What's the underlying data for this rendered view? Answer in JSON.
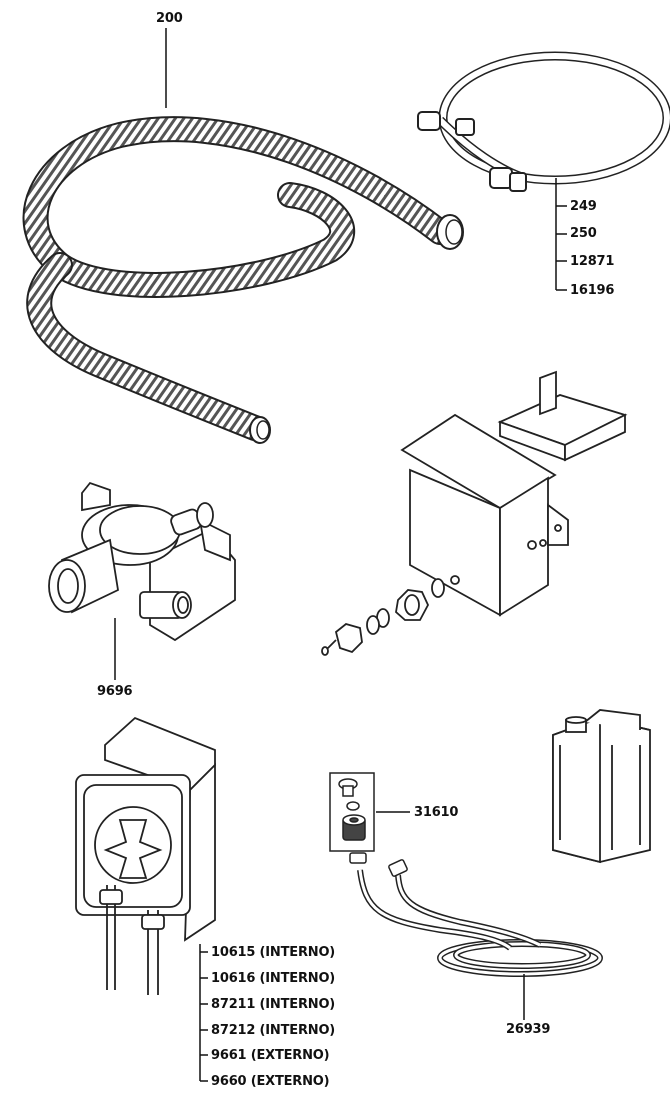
{
  "callouts": {
    "hose": "200",
    "inlet_hose": [
      "249",
      "250",
      "12871",
      "16196"
    ],
    "valve": "9696",
    "fitting_kit": "31610",
    "suction_tube": "26939",
    "pumps": [
      "10615 (INTERNO)",
      "10616 (INTERNO)",
      "87211 (INTERNO)",
      "87212 (INTERNO)",
      "9661 (EXTERNO)",
      "9660 (EXTERNO)"
    ]
  }
}
